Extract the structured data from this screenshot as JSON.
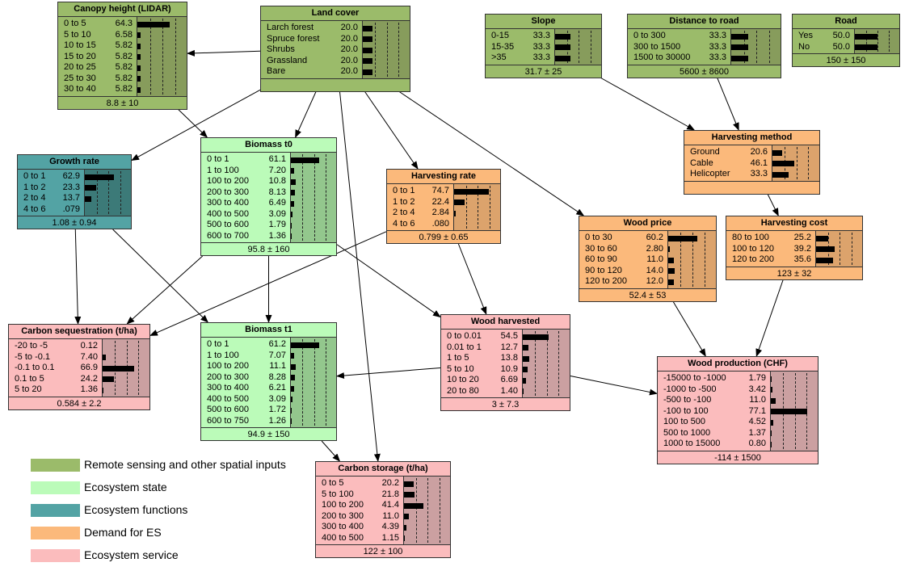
{
  "colors": {
    "remote": {
      "header": "#9bbb6a",
      "barcol": "#879c5c"
    },
    "state": {
      "header": "#bbfbb9",
      "barcol": "#93c78d"
    },
    "functions": {
      "header": "#53a3a4",
      "barcol": "#3c7a78"
    },
    "demand": {
      "header": "#fbb97b",
      "barcol": "#dca36c"
    },
    "service": {
      "header": "#fbbcbd",
      "barcol": "#cba0a1"
    }
  },
  "legend": [
    {
      "category": "remote",
      "label": "Remote sensing and other spatial inputs"
    },
    {
      "category": "state",
      "label": "Ecosystem state"
    },
    {
      "category": "functions",
      "label": "Ecosystem functions"
    },
    {
      "category": "demand",
      "label": "Demand for ES"
    },
    {
      "category": "service",
      "label": "Ecosystem service"
    }
  ],
  "nodes": [
    {
      "id": "canopy",
      "category": "remote",
      "title": "Canopy height (LIDAR)",
      "footer": "8.8 ± 10",
      "states": [
        {
          "label": "0 to 5",
          "value": "64.3",
          "pct": 64.3
        },
        {
          "label": "5 to 10",
          "value": "6.58",
          "pct": 6.58
        },
        {
          "label": "10 to 15",
          "value": "5.82",
          "pct": 5.82
        },
        {
          "label": "15 to 20",
          "value": "5.82",
          "pct": 5.82
        },
        {
          "label": "20 to 25",
          "value": "5.82",
          "pct": 5.82
        },
        {
          "label": "25 to 30",
          "value": "5.82",
          "pct": 5.82
        },
        {
          "label": "30 to 40",
          "value": "5.82",
          "pct": 5.82
        }
      ]
    },
    {
      "id": "landcover",
      "category": "remote",
      "title": "Land cover",
      "footer": "",
      "states": [
        {
          "label": "Larch forest",
          "value": "20.0",
          "pct": 20
        },
        {
          "label": "Spruce forest",
          "value": "20.0",
          "pct": 20
        },
        {
          "label": "Shrubs",
          "value": "20.0",
          "pct": 20
        },
        {
          "label": "Grassland",
          "value": "20.0",
          "pct": 20
        },
        {
          "label": "Bare",
          "value": "20.0",
          "pct": 20
        }
      ]
    },
    {
      "id": "slope",
      "category": "remote",
      "title": "Slope",
      "footer": "31.7 ± 25",
      "states": [
        {
          "label": "0-15",
          "value": "33.3",
          "pct": 33.3
        },
        {
          "label": "15-35",
          "value": "33.3",
          "pct": 33.3
        },
        {
          "label": ">35",
          "value": "33.3",
          "pct": 33.3
        }
      ]
    },
    {
      "id": "distroad",
      "category": "remote",
      "title": "Distance to road",
      "footer": "5600 ± 8600",
      "states": [
        {
          "label": "0 to 300",
          "value": "33.3",
          "pct": 33.3
        },
        {
          "label": "300 to 1500",
          "value": "33.3",
          "pct": 33.3
        },
        {
          "label": "1500 to 30000",
          "value": "33.3",
          "pct": 33.3
        }
      ]
    },
    {
      "id": "road",
      "category": "remote",
      "title": "Road",
      "footer": "150 ± 150",
      "states": [
        {
          "label": "Yes",
          "value": "50.0",
          "pct": 50
        },
        {
          "label": "No",
          "value": "50.0",
          "pct": 50
        }
      ]
    },
    {
      "id": "growth",
      "category": "functions",
      "title": "Growth rate",
      "footer": "1.08 ± 0.94",
      "states": [
        {
          "label": "0 to 1",
          "value": "62.9",
          "pct": 62.9
        },
        {
          "label": "1 to 2",
          "value": "23.3",
          "pct": 23.3
        },
        {
          "label": "2 to 4",
          "value": "13.7",
          "pct": 13.7
        },
        {
          "label": "4 to 6",
          "value": ".079",
          "pct": 0.079
        }
      ]
    },
    {
      "id": "biomass0",
      "category": "state",
      "title": "Biomass t0",
      "footer": "95.8 ± 160",
      "states": [
        {
          "label": "0 to 1",
          "value": "61.1",
          "pct": 61.1
        },
        {
          "label": "1 to 100",
          "value": "7.20",
          "pct": 7.2
        },
        {
          "label": "100 to 200",
          "value": "10.8",
          "pct": 10.8
        },
        {
          "label": "200 to 300",
          "value": "8.13",
          "pct": 8.13
        },
        {
          "label": "300 to 400",
          "value": "6.49",
          "pct": 6.49
        },
        {
          "label": "400 to 500",
          "value": "3.09",
          "pct": 3.09
        },
        {
          "label": "500 to 600",
          "value": "1.79",
          "pct": 1.79
        },
        {
          "label": "600 to 700",
          "value": "1.36",
          "pct": 1.36
        }
      ]
    },
    {
      "id": "harvrate",
      "category": "demand",
      "title": "Harvesting rate",
      "footer": "0.799 ± 0.65",
      "states": [
        {
          "label": "0 to 1",
          "value": "74.7",
          "pct": 74.7
        },
        {
          "label": "1 to 2",
          "value": "22.4",
          "pct": 22.4
        },
        {
          "label": "2 to 4",
          "value": "2.84",
          "pct": 2.84
        },
        {
          "label": "4 to 6",
          "value": ".080",
          "pct": 0.08
        }
      ]
    },
    {
      "id": "harvmethod",
      "category": "demand",
      "title": "Harvesting method",
      "footer": "",
      "states": [
        {
          "label": "Ground",
          "value": "20.6",
          "pct": 20.6
        },
        {
          "label": "Cable",
          "value": "46.1",
          "pct": 46.1
        },
        {
          "label": "Helicopter",
          "value": "33.3",
          "pct": 33.3
        }
      ]
    },
    {
      "id": "woodprice",
      "category": "demand",
      "title": "Wood price",
      "footer": "52.4 ± 53",
      "states": [
        {
          "label": "0 to 30",
          "value": "60.2",
          "pct": 60.2
        },
        {
          "label": "30 to 60",
          "value": "2.80",
          "pct": 2.8
        },
        {
          "label": "60 to 90",
          "value": "11.0",
          "pct": 11
        },
        {
          "label": "90 to 120",
          "value": "14.0",
          "pct": 14
        },
        {
          "label": "120 to 200",
          "value": "12.0",
          "pct": 12
        }
      ]
    },
    {
      "id": "harvcost",
      "category": "demand",
      "title": "Harvesting cost",
      "footer": "123 ± 32",
      "states": [
        {
          "label": "80 to 100",
          "value": "25.2",
          "pct": 25.2
        },
        {
          "label": "100 to 120",
          "value": "39.2",
          "pct": 39.2
        },
        {
          "label": "120 to 200",
          "value": "35.6",
          "pct": 35.6
        }
      ]
    },
    {
      "id": "carbonseq",
      "category": "service",
      "title": "Carbon sequestration (t/ha)",
      "footer": "0.584 ± 2.2",
      "states": [
        {
          "label": "-20 to -5",
          "value": "0.12",
          "pct": 0.12
        },
        {
          "label": "-5 to -0.1",
          "value": "7.40",
          "pct": 7.4
        },
        {
          "label": "-0.1 to 0.1",
          "value": "66.9",
          "pct": 66.9
        },
        {
          "label": "0.1 to 5",
          "value": "24.2",
          "pct": 24.2
        },
        {
          "label": "5 to 20",
          "value": "1.36",
          "pct": 1.36
        }
      ]
    },
    {
      "id": "biomass1",
      "category": "state",
      "title": "Biomass t1",
      "footer": "94.9 ± 150",
      "states": [
        {
          "label": "0 to 1",
          "value": "61.2",
          "pct": 61.2
        },
        {
          "label": "1 to 100",
          "value": "7.07",
          "pct": 7.07
        },
        {
          "label": "100 to 200",
          "value": "11.1",
          "pct": 11.1
        },
        {
          "label": "200 to 300",
          "value": "8.28",
          "pct": 8.28
        },
        {
          "label": "300 to 400",
          "value": "6.21",
          "pct": 6.21
        },
        {
          "label": "400 to 500",
          "value": "3.09",
          "pct": 3.09
        },
        {
          "label": "500 to 600",
          "value": "1.72",
          "pct": 1.72
        },
        {
          "label": "600 to 750",
          "value": "1.26",
          "pct": 1.26
        }
      ]
    },
    {
      "id": "woodharv",
      "category": "service",
      "title": "Wood harvested",
      "footer": "3 ± 7.3",
      "states": [
        {
          "label": "0 to 0.01",
          "value": "54.5",
          "pct": 54.5
        },
        {
          "label": "0.01 to 1",
          "value": "12.7",
          "pct": 12.7
        },
        {
          "label": "1 to 5",
          "value": "13.8",
          "pct": 13.8
        },
        {
          "label": "5 to 10",
          "value": "10.9",
          "pct": 10.9
        },
        {
          "label": "10 to 20",
          "value": "6.69",
          "pct": 6.69
        },
        {
          "label": "20 to 80",
          "value": "1.40",
          "pct": 1.4
        }
      ]
    },
    {
      "id": "woodprod",
      "category": "service",
      "title": "Wood production (CHF)",
      "footer": "-114 ± 1500",
      "states": [
        {
          "label": "-15000 to -1000",
          "value": "1.79",
          "pct": 1.79
        },
        {
          "label": "-1000 to -500",
          "value": "3.42",
          "pct": 3.42
        },
        {
          "label": "-500 to -100",
          "value": "11.0",
          "pct": 11
        },
        {
          "label": "-100 to 100",
          "value": "77.1",
          "pct": 77.1
        },
        {
          "label": "100 to 500",
          "value": "4.52",
          "pct": 4.52
        },
        {
          "label": "500 to 1000",
          "value": "1.37",
          "pct": 1.37
        },
        {
          "label": "1000 to 15000",
          "value": "0.80",
          "pct": 0.8
        }
      ]
    },
    {
      "id": "carbonstore",
      "category": "service",
      "title": "Carbon storage (t/ha)",
      "footer": "122 ± 100",
      "states": [
        {
          "label": "0 to 5",
          "value": "20.2",
          "pct": 20.2
        },
        {
          "label": "5 to 100",
          "value": "21.8",
          "pct": 21.8
        },
        {
          "label": "100 to 200",
          "value": "41.4",
          "pct": 41.4
        },
        {
          "label": "200 to 300",
          "value": "11.0",
          "pct": 11
        },
        {
          "label": "300 to 400",
          "value": "4.39",
          "pct": 4.39
        },
        {
          "label": "400 to 500",
          "value": "1.15",
          "pct": 1.15
        }
      ]
    }
  ],
  "edges": [
    {
      "from": "landcover",
      "to": "canopy"
    },
    {
      "from": "landcover",
      "to": "growth"
    },
    {
      "from": "landcover",
      "to": "biomass0"
    },
    {
      "from": "landcover",
      "to": "harvrate"
    },
    {
      "from": "landcover",
      "to": "woodprice"
    },
    {
      "from": "landcover",
      "to": "carbonstore"
    },
    {
      "from": "canopy",
      "to": "biomass0"
    },
    {
      "from": "slope",
      "to": "harvmethod"
    },
    {
      "from": "distroad",
      "to": "harvmethod"
    },
    {
      "from": "harvmethod",
      "to": "harvcost"
    },
    {
      "from": "growth",
      "to": "carbonseq"
    },
    {
      "from": "growth",
      "to": "biomass1"
    },
    {
      "from": "biomass0",
      "to": "carbonseq"
    },
    {
      "from": "biomass0",
      "to": "biomass1"
    },
    {
      "from": "biomass0",
      "to": "woodharv"
    },
    {
      "from": "harvrate",
      "to": "carbonseq"
    },
    {
      "from": "harvrate",
      "to": "woodharv"
    },
    {
      "from": "woodharv",
      "to": "biomass1"
    },
    {
      "from": "woodharv",
      "to": "woodprod"
    },
    {
      "from": "woodprice",
      "to": "woodprod"
    },
    {
      "from": "harvcost",
      "to": "woodprod"
    },
    {
      "from": "biomass1",
      "to": "carbonstore"
    }
  ]
}
